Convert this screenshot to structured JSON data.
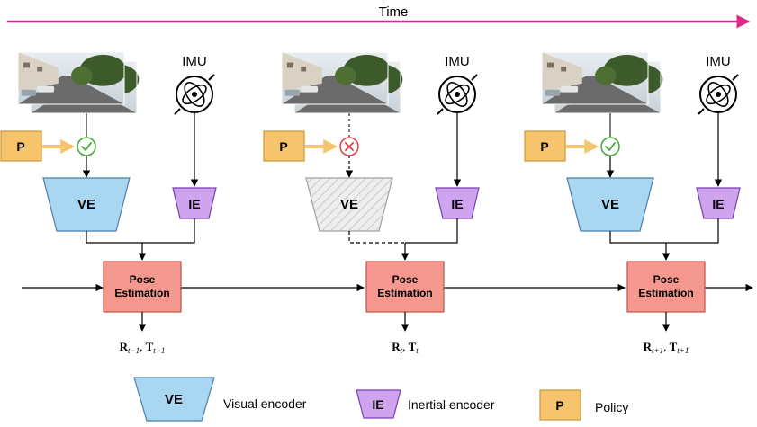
{
  "timeline": {
    "label": "Time",
    "color": "#e0288a"
  },
  "colors": {
    "ve_fill": "#a9d6f0",
    "ve_stroke": "#4a7fae",
    "ie_fill": "#cfa3ee",
    "ie_stroke": "#7a3fb0",
    "pose_fill": "#f4978e",
    "pose_stroke": "#c0504d",
    "policy_fill": "#f7c46e",
    "policy_stroke": "#c89a3a",
    "check": "#44a832",
    "cross": "#e04040"
  },
  "columns": [
    {
      "imu_label": "IMU",
      "policy_label": "P",
      "decision": "check",
      "decision_icon": "check-circle-icon",
      "ve_label": "VE",
      "ve_active": true,
      "ie_label": "IE",
      "pose_line1": "Pose",
      "pose_line2": "Estimation",
      "out_r": "R",
      "out_r_sub": "t−1",
      "out_t": "T",
      "out_t_sub": "t−1"
    },
    {
      "imu_label": "IMU",
      "policy_label": "P",
      "decision": "cross",
      "decision_icon": "cross-circle-icon",
      "ve_label": "VE",
      "ve_active": false,
      "ie_label": "IE",
      "pose_line1": "Pose",
      "pose_line2": "Estimation",
      "out_r": "R",
      "out_r_sub": "t",
      "out_t": "T",
      "out_t_sub": "t"
    },
    {
      "imu_label": "IMU",
      "policy_label": "P",
      "decision": "check",
      "decision_icon": "check-circle-icon",
      "ve_label": "VE",
      "ve_active": true,
      "ie_label": "IE",
      "pose_line1": "Pose",
      "pose_line2": "Estimation",
      "out_r": "R",
      "out_r_sub": "t+1",
      "out_t": "T",
      "out_t_sub": "t+1"
    }
  ],
  "legend": {
    "ve_symbol": "VE",
    "ve_text": "Visual encoder",
    "ie_symbol": "IE",
    "ie_text": "Inertial encoder",
    "p_symbol": "P",
    "p_text": "Policy"
  }
}
